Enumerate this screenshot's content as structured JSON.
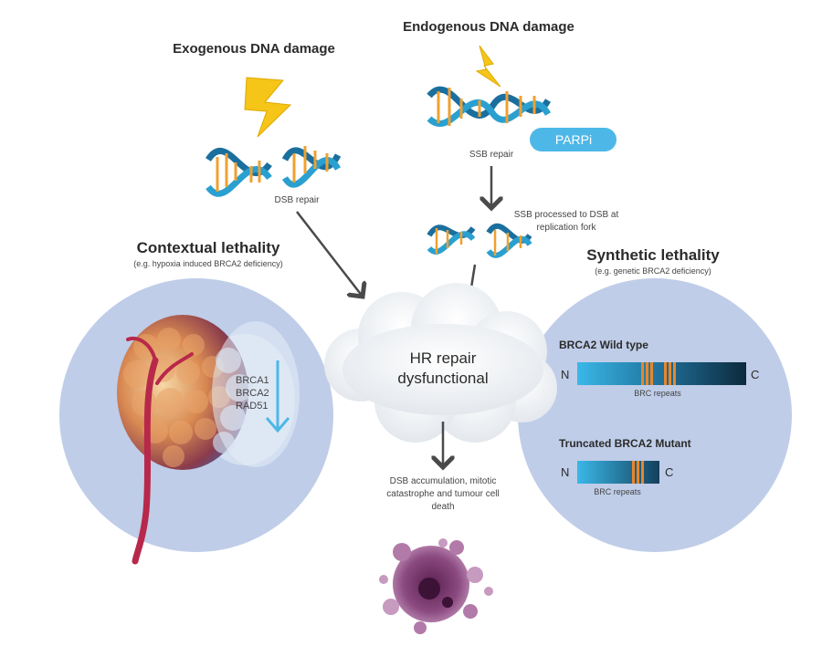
{
  "top": {
    "exogenous_title": "Exogenous DNA damage",
    "endogenous_title": "Endogenous DNA damage",
    "dsb_repair": "DSB repair",
    "ssb_repair": "SSB repair",
    "parpi": "PARPi",
    "ssb_processed_line1": "SSB processed to DSB at",
    "ssb_processed_line2": "replication fork"
  },
  "left": {
    "title": "Contextual lethality",
    "subtitle": "(e.g. hypoxia induced BRCA2 deficiency)",
    "genes": [
      "BRCA1",
      "BRCA2",
      "RAD51"
    ]
  },
  "center": {
    "cloud_line1": "HR repair",
    "cloud_line2": "dysfunctional",
    "outcome_line1": "DSB accumulation, mitotic",
    "outcome_line2": "catastrophe and tumour cell",
    "outcome_line3": "death"
  },
  "right": {
    "title": "Synthetic lethality",
    "subtitle": "(e.g. genetic BRCA2 deficiency)",
    "wild_type_title": "BRCA2 Wild type",
    "mutant_title": "Truncated BRCA2 Mutant",
    "n_label": "N",
    "c_label": "C",
    "brc_label": "BRC repeats"
  },
  "colors": {
    "circle": "#bfcde8",
    "arrow": "#4a4a4a",
    "dna_backbone": "#1b6f9e",
    "dna_rungs": "#f0a030",
    "bolt": "#f5c518",
    "parpi": "#4db8e8",
    "cloud": "#eef1f5",
    "vessel": "#b8284a",
    "cell": "#7d3a6e"
  }
}
